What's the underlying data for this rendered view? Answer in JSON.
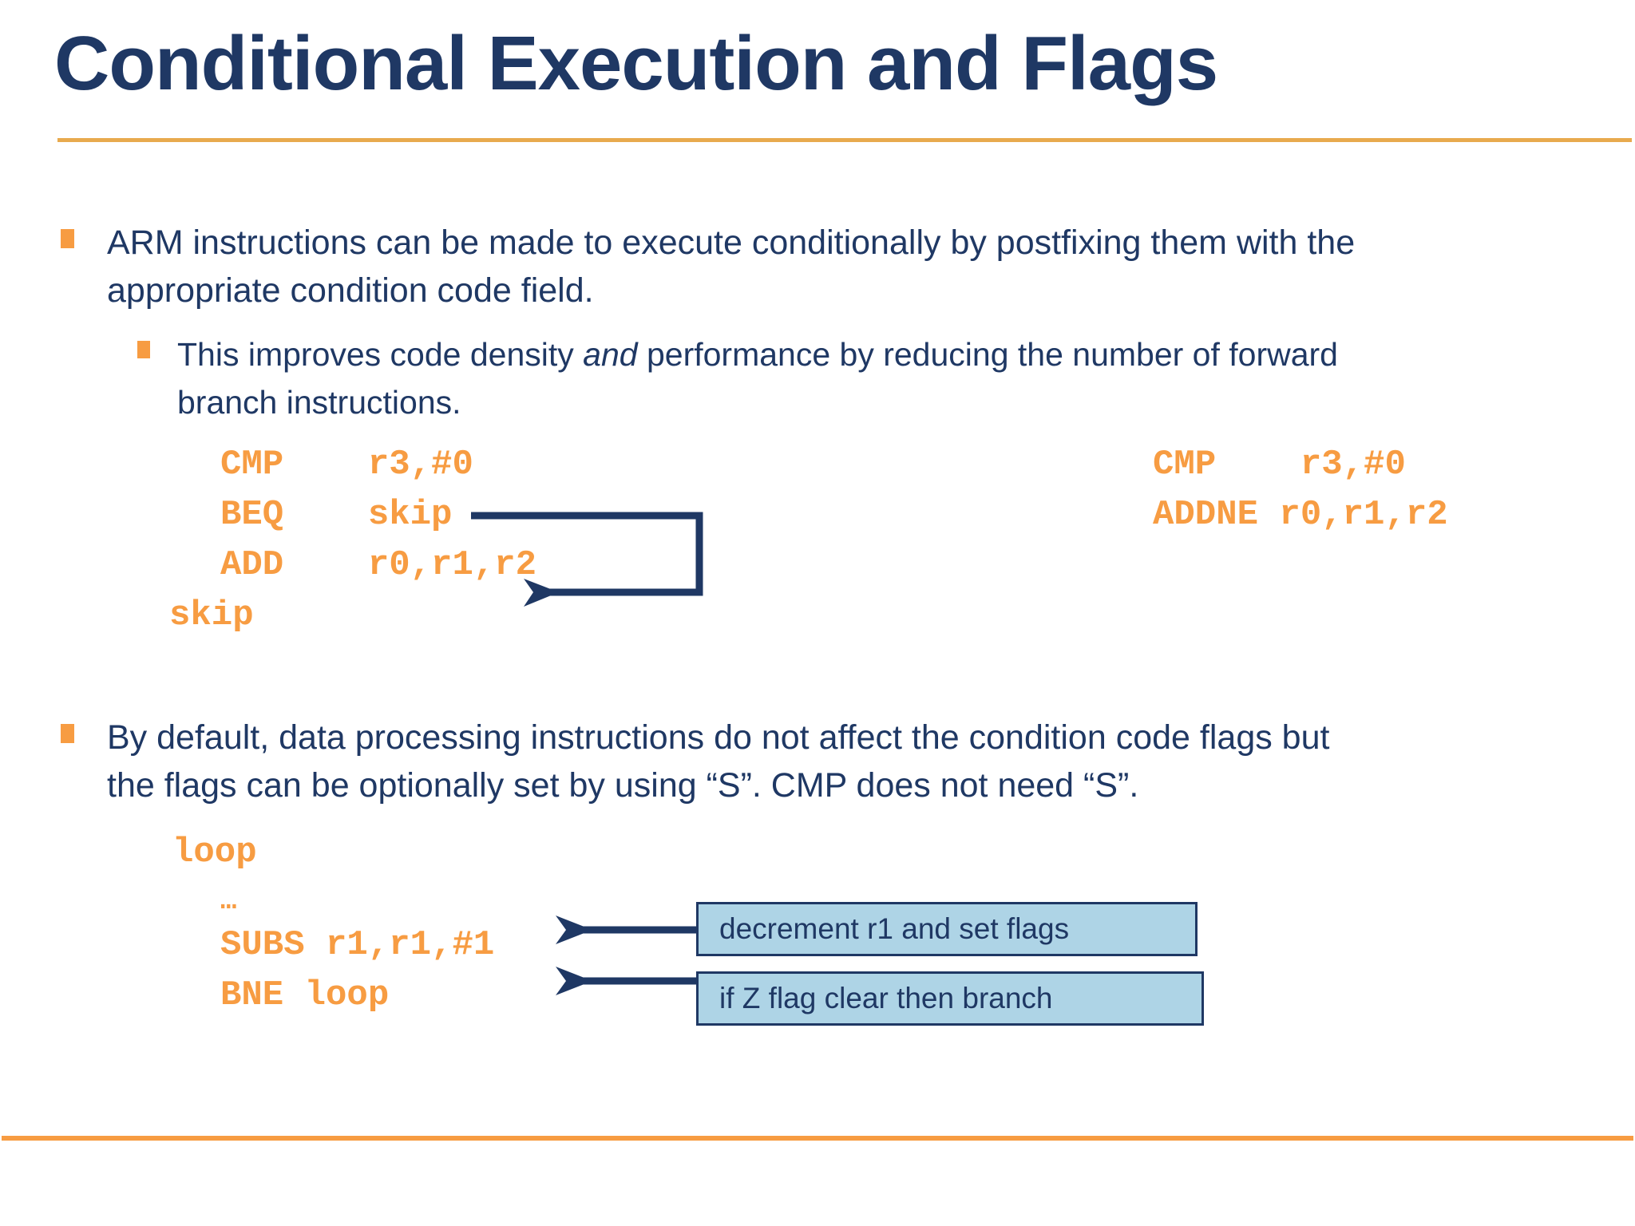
{
  "slide": {
    "title": "Conditional Execution and Flags",
    "title_color": "#1f3864",
    "accent_color": "#f79c42",
    "rule_color": "#e8aa4e",
    "callout_fill": "#aed4e6",
    "background": "#ffffff"
  },
  "bullets": {
    "b1_line1": "ARM instructions can be made to execute conditionally by postfixing them with the",
    "b1_line2": "appropriate condition code field.",
    "b2_part1": "This improves code density ",
    "b2_italic": "and",
    "b2_part2": " performance by reducing the number of forward",
    "b2_line2": "branch instructions.",
    "b3_line1": "By default, data processing instructions do not affect the condition code flags but",
    "b3_line2": "the flags can be optionally set by using “S”.  CMP does not need “S”."
  },
  "code_left": {
    "line1": "CMP    r3,#0",
    "line2": "BEQ    skip",
    "line3": "ADD    r0,r1,r2",
    "label": "skip"
  },
  "code_right": {
    "line1": "CMP    r3,#0",
    "line2": "ADDNE r0,r1,r2"
  },
  "code_loop": {
    "label": "loop",
    "ellipsis": "…",
    "line1": "SUBS r1,r1,#1",
    "line2": "BNE loop"
  },
  "callouts": {
    "box1": "decrement r1 and set flags",
    "box2": "if Z flag clear then branch"
  }
}
